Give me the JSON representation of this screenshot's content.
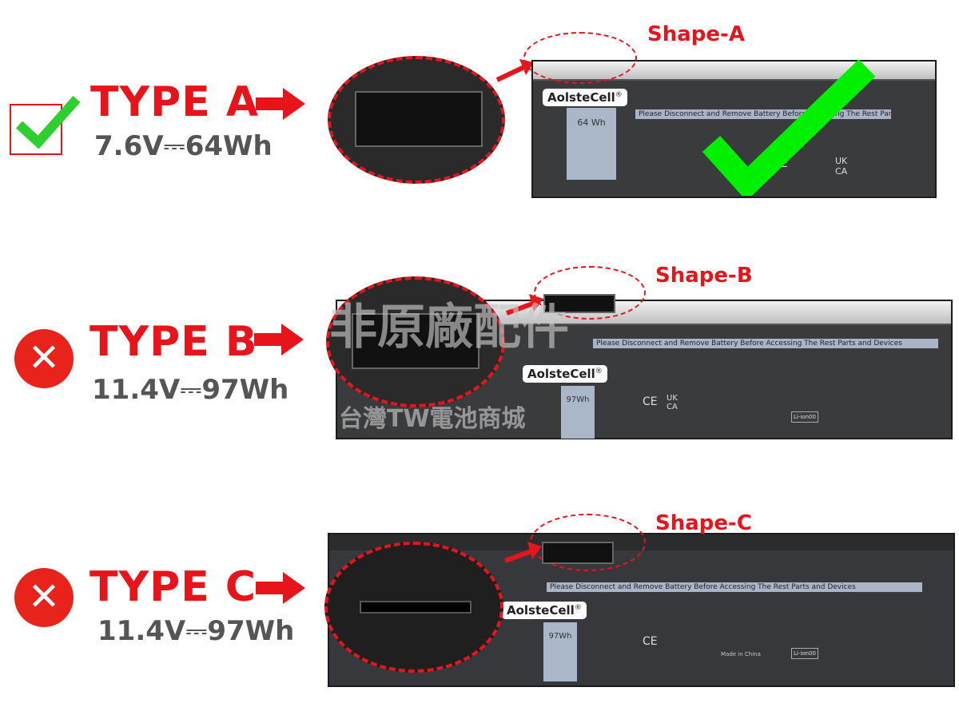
{
  "rows": [
    {
      "type": "TYPE A",
      "voltage": "7.6V",
      "capacity": "64Wh",
      "status": "compatible",
      "shape": "Shape-A",
      "wh_label": "64 Wh"
    },
    {
      "type": "TYPE B",
      "voltage": "11.4V",
      "capacity": "97Wh",
      "status": "incompatible",
      "shape": "Shape-B",
      "wh_label": "97Wh"
    },
    {
      "type": "TYPE C",
      "voltage": "11.4V",
      "capacity": "97Wh",
      "status": "incompatible",
      "shape": "Shape-C",
      "wh_label": "97Wh"
    }
  ],
  "dc_symbol": "⎓",
  "brand": "AolsteCell",
  "registered": "®",
  "warning": "Please Disconnect and Remove Battery Before Accessing The Rest Parts and Devices",
  "made_in": "Made in China",
  "recycle": "Li-ion00",
  "ce": "CE",
  "ukca": "UK CA",
  "watermark": {
    "line1": "非原廠配件",
    "line2": "台灣TW電池商城"
  },
  "colors": {
    "accent_red": "#e8141b",
    "check_green": "#22dd22",
    "battery": "#3a3b3d",
    "label_blue": "#aab4c6"
  },
  "icons": [
    "checkbox-check-icon",
    "x-circle-icon",
    "right-arrow-icon",
    "big-check-icon"
  ]
}
